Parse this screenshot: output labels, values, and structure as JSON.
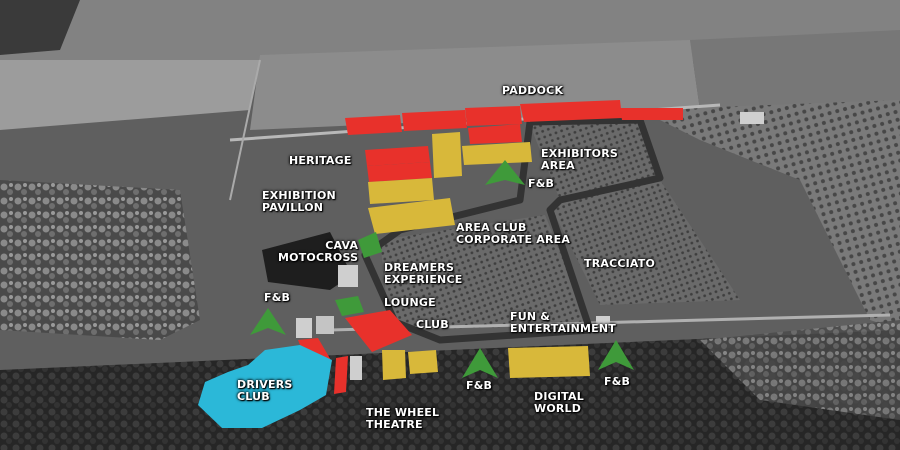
{
  "map": {
    "labels": {
      "paddock": "PADDOCK",
      "heritage": "HERITAGE",
      "exhibitors_area": "EXHIBITORS\nAREA",
      "fb_top": "F&B",
      "exhibition_pavillon": "EXHIBITION\nPAVILLON",
      "area_club_corporate": "AREA CLUB\nCORPORATE AREA",
      "cava_motocross": "CAVA\nMOTOCROSS",
      "dreamers_experience": "DREAMERS\nEXPERIENCE",
      "tracciato": "TRACCIATO",
      "fb_left": "F&B",
      "lounge": "LOUNGE",
      "club": "CLUB",
      "fun_entertainment": "FUN &\nENTERTAINMENT",
      "drivers_club": "DRIVERS\nCLUB",
      "fb_bottom_mid": "F&B",
      "fb_bottom_right": "F&B",
      "digital_world": "DIGITAL\nWORLD",
      "the_wheel_theatre": "THE WHEEL\nTHEATRE"
    },
    "zone_colors": {
      "red_zone": "#e8312b",
      "yellow_zone": "#d8b83a",
      "green_zone": "#3f9a3a",
      "cyan_zone": "#2bb8d8",
      "track": "#3a3a3a",
      "dark_zone": "#1e1e1e"
    }
  }
}
